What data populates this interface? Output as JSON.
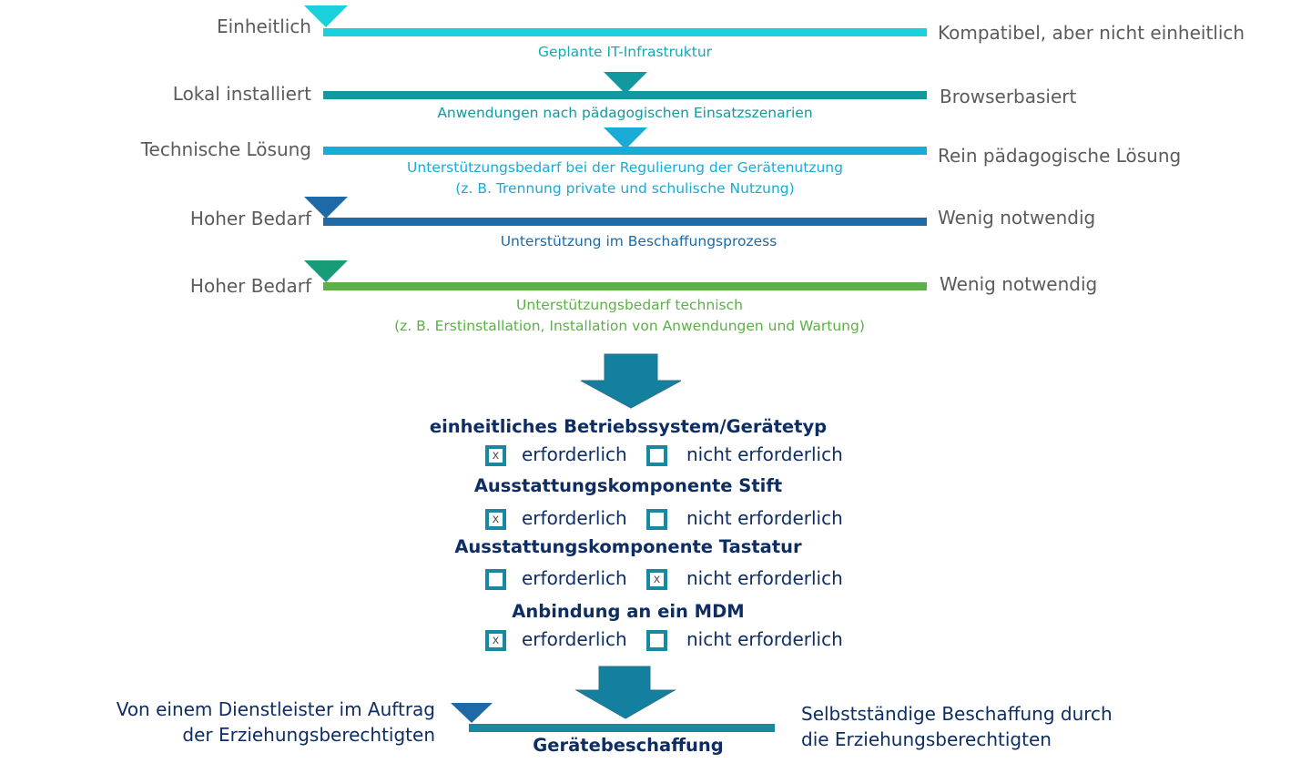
{
  "scales": [
    {
      "left_label": "Einheitlich",
      "right_label": "Kompatibel, aber nicht einheitlich",
      "caption": [
        "Geplante IT-Infrastruktur"
      ],
      "color": "#1ad0da",
      "marker_color": "#1ad0da",
      "marker_position": 0.0
    },
    {
      "left_label": "Lokal installiert",
      "right_label": "Browserbasiert",
      "caption": [
        "Anwendungen nach pädagogischen Einsatzszenarien"
      ],
      "color": "#12999f",
      "marker_color": "#12999f",
      "marker_position": 0.5
    },
    {
      "left_label": "Technische Lösung",
      "right_label": "Rein pädagogische Lösung",
      "caption": [
        "Unterstützungsbedarf bei der Regulierung der Gerätenutzung",
        "(z. B. Trennung private und schulische Nutzung)"
      ],
      "color": "#18acd6",
      "marker_color": "#18acd6",
      "marker_position": 0.5
    },
    {
      "left_label": "Hoher Bedarf",
      "right_label": "Wenig notwendig",
      "caption": [
        "Unterstützung im Beschaffungsprozess"
      ],
      "color": "#1e6aa6",
      "marker_color": "#1e6aa6",
      "marker_position": 0.0
    },
    {
      "left_label": "Hoher Bedarf",
      "right_label": "Wenig notwendig",
      "caption": [
        "Unterstützungsbedarf technisch",
        "(z. B. Erstinstallation, Installation von Anwendungen und Wartung)"
      ],
      "color": "#5bb046",
      "marker_color": "#179b78",
      "marker_position": 0.0
    }
  ],
  "arrow_color": "#14809f",
  "questions": [
    {
      "title": "einheitliches Betriebssystem/Gerätetyp",
      "options": [
        {
          "label": "erforderlich",
          "checked": true
        },
        {
          "label": "nicht erforderlich",
          "checked": false
        }
      ]
    },
    {
      "title": "Ausstattungskomponente Stift",
      "options": [
        {
          "label": "erforderlich",
          "checked": true
        },
        {
          "label": "nicht erforderlich",
          "checked": false
        }
      ]
    },
    {
      "title": "Ausstattungskomponente Tastatur",
      "options": [
        {
          "label": "erforderlich",
          "checked": false
        },
        {
          "label": "nicht erforderlich",
          "checked": true
        }
      ]
    },
    {
      "title": "Anbindung an ein MDM",
      "options": [
        {
          "label": "erforderlich",
          "checked": true
        },
        {
          "label": "nicht erforderlich",
          "checked": false
        }
      ]
    }
  ],
  "check_mark": "x",
  "procurement": {
    "left_label": [
      "Von einem Dienstleister im Auftrag",
      "der Erziehungsberechtigten"
    ],
    "right_label": [
      "Selbstständige Beschaffung durch",
      "die Erziehungsberechtigten"
    ],
    "caption": "Gerätebeschaffung",
    "bar_color": "#1888a3",
    "marker_color": "#1e6aa6",
    "marker_position": 0.0
  }
}
